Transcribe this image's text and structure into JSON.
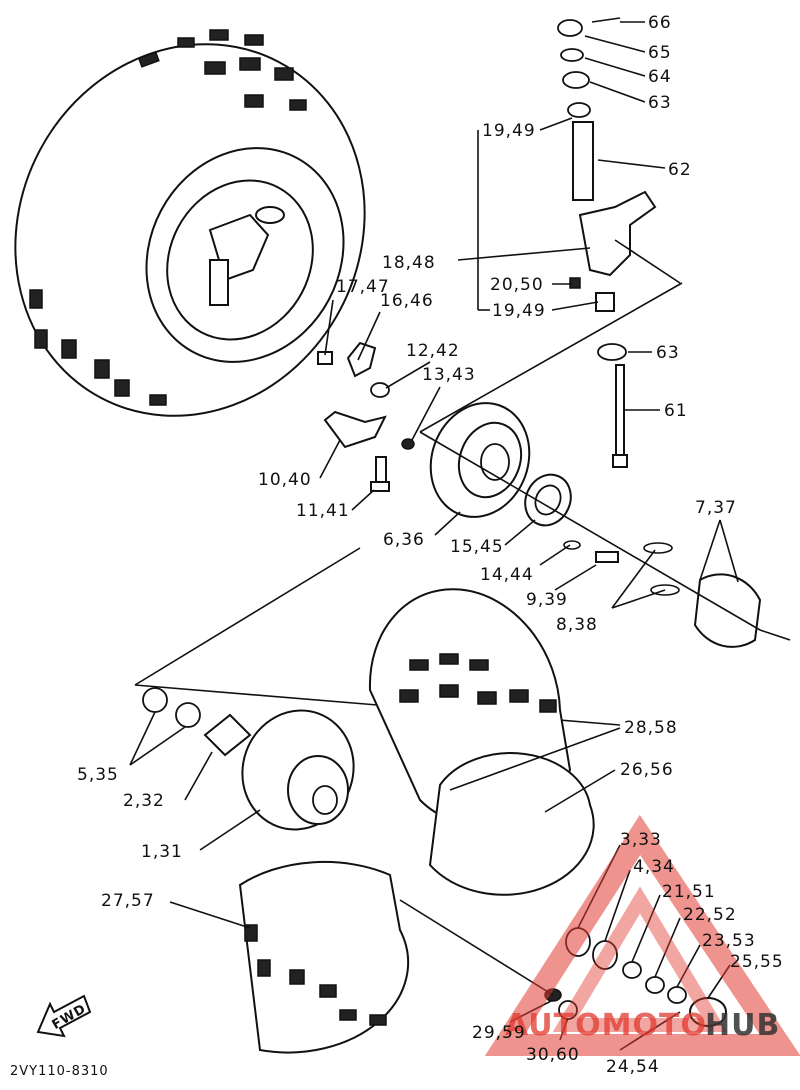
{
  "diagram": {
    "drawing_code": "2VY110-8310",
    "fwd_label": "FWD",
    "callouts": [
      {
        "id": "66",
        "text": "66"
      },
      {
        "id": "65",
        "text": "65"
      },
      {
        "id": "64",
        "text": "64"
      },
      {
        "id": "63a",
        "text": "63"
      },
      {
        "id": "62",
        "text": "62"
      },
      {
        "id": "19-49a",
        "text": "19,49"
      },
      {
        "id": "18-48",
        "text": "18,48"
      },
      {
        "id": "20-50",
        "text": "20,50"
      },
      {
        "id": "19-49b",
        "text": "19,49"
      },
      {
        "id": "63b",
        "text": "63"
      },
      {
        "id": "61",
        "text": "61"
      },
      {
        "id": "17-47",
        "text": "17,47"
      },
      {
        "id": "16-46",
        "text": "16,46"
      },
      {
        "id": "12-42",
        "text": "12,42"
      },
      {
        "id": "13-43",
        "text": "13,43"
      },
      {
        "id": "10-40",
        "text": "10,40"
      },
      {
        "id": "11-41",
        "text": "11,41"
      },
      {
        "id": "6-36",
        "text": "6,36"
      },
      {
        "id": "15-45",
        "text": "15,45"
      },
      {
        "id": "14-44",
        "text": "14,44"
      },
      {
        "id": "9-39",
        "text": "9,39"
      },
      {
        "id": "8-38",
        "text": "8,38"
      },
      {
        "id": "7-37",
        "text": "7,37"
      },
      {
        "id": "5-35",
        "text": "5,35"
      },
      {
        "id": "2-32",
        "text": "2,32"
      },
      {
        "id": "1-31",
        "text": "1,31"
      },
      {
        "id": "28-58",
        "text": "28,58"
      },
      {
        "id": "26-56",
        "text": "26,56"
      },
      {
        "id": "27-57",
        "text": "27,57"
      },
      {
        "id": "3-33",
        "text": "3,33"
      },
      {
        "id": "4-34",
        "text": "4,34"
      },
      {
        "id": "21-51",
        "text": "21,51"
      },
      {
        "id": "22-52",
        "text": "22,52"
      },
      {
        "id": "23-53",
        "text": "23,53"
      },
      {
        "id": "25-55",
        "text": "25,55"
      },
      {
        "id": "29-59",
        "text": "29,59"
      },
      {
        "id": "30-60",
        "text": "30,60"
      },
      {
        "id": "24-54",
        "text": "24,54"
      }
    ]
  },
  "watermark": {
    "text_main": "AUTOMOTO",
    "text_end": "HUB",
    "color": "#e03a2f",
    "color_end": "#333333"
  }
}
